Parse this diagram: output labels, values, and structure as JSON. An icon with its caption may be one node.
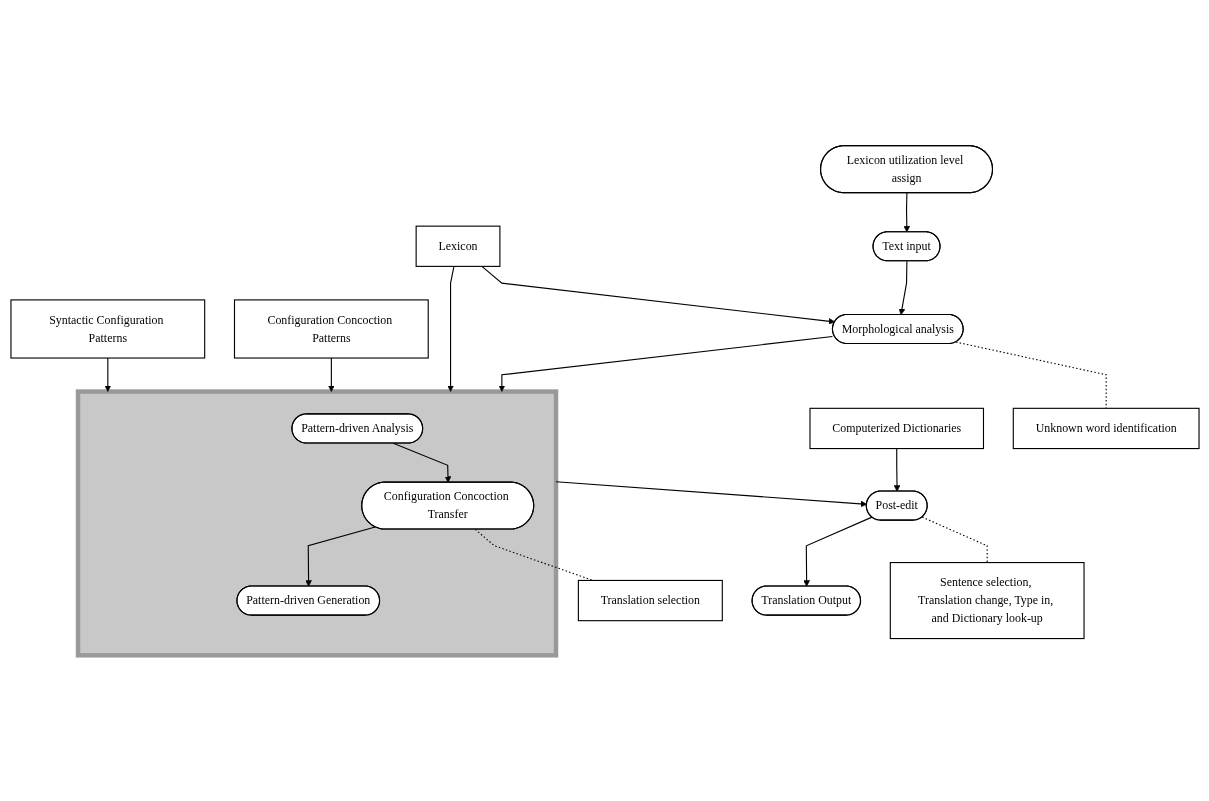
{
  "diagram": {
    "nodes": [
      {
        "text": [
          "Lexicon utilization level assign"
        ]
      },
      {
        "text": [
          "Text input"
        ]
      },
      {
        "text": [
          "Lexicon"
        ]
      },
      {
        "text": [
          "Morphological analysis"
        ]
      },
      {
        "text": [
          "Unknown word identification"
        ]
      },
      {
        "text": [],
        "shape": "box"
      },
      {
        "text": [
          "Syntactic Configuration Patterns"
        ]
      },
      {
        "text": [
          "Pattern-driven Analysis"
        ],
        "in": 5
      },
      {
        "text": [
          "Configuration Concoction Patterns"
        ]
      },
      {
        "text": [
          "Configuration Concoction Transfer"
        ],
        "in": 5
      },
      {
        "text": [
          "Translation selection"
        ]
      },
      {
        "text": [
          "Pattern-driven Generation"
        ],
        "in": 5
      },
      {
        "text": [
          "Computerized Dictionaries"
        ]
      },
      {
        "text": [
          "Post-edit"
        ]
      },
      {
        "text": [
          "Sentence selection, Translation change, Type in, and Dictionary look-up"
        ]
      },
      {
        "text": [
          "Translation Output"
        ]
      }
    ],
    "edges": [
      {
        "from": 0,
        "to": 1,
        "arrow": "to"
      },
      {
        "from": 1,
        "to": 3,
        "arrow": "to"
      },
      {
        "from": 2,
        "to": 3,
        "arrow": "to"
      },
      {
        "from": 2,
        "to": 5,
        "arrow": "to"
      },
      {
        "from": 3,
        "to": 4,
        "arrow": "none",
        "style": "dashed"
      },
      {
        "from": 3,
        "to": 5,
        "arrow": "to"
      },
      {
        "from": 6,
        "to": 5,
        "arrow": "to"
      },
      {
        "from": 7,
        "to": 9,
        "arrow": "to"
      },
      {
        "from": 8,
        "to": 5,
        "arrow": "to"
      },
      {
        "from": 9,
        "to": 10,
        "arrow": "none",
        "style": "dashed"
      },
      {
        "from": 9,
        "to": 11,
        "arrow": "to"
      },
      {
        "from": 5,
        "to": 13,
        "arrow": "to"
      },
      {
        "from": 12,
        "to": 13,
        "arrow": "to"
      },
      {
        "from": 13,
        "to": 14,
        "arrow": "none",
        "style": "dashed"
      },
      {
        "from": 13,
        "to": 15,
        "arrow": "to"
      }
    ]
  }
}
